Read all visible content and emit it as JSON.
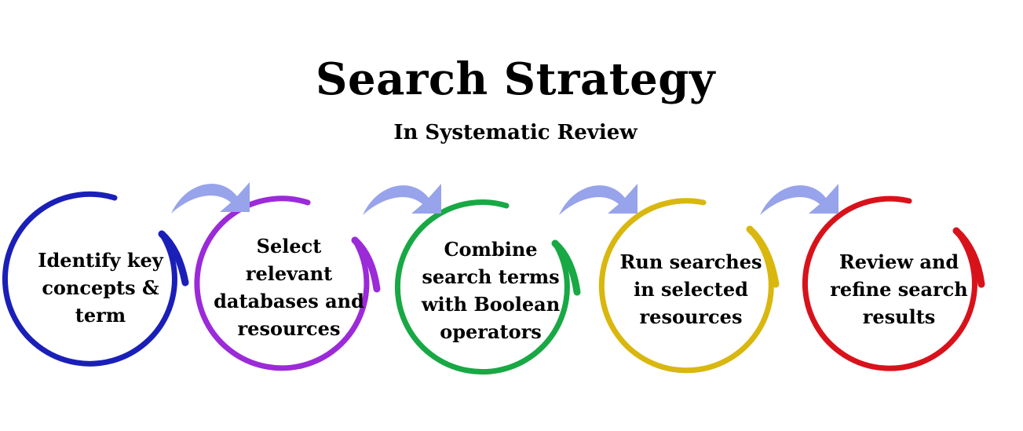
{
  "header": {
    "title": "Search Strategy",
    "subtitle": "In Systematic Review"
  },
  "steps": [
    {
      "label": "Identify key concepts & term",
      "color": "#1a1fb8"
    },
    {
      "label": "Select relevant databases and resources",
      "color": "#9b2ad8"
    },
    {
      "label": "Combine search terms with Boolean operators",
      "color": "#18a844"
    },
    {
      "label": "Run searches in selected resources",
      "color": "#d9b70e"
    },
    {
      "label": "Review and refine search results",
      "color": "#d8121b"
    }
  ],
  "connector": {
    "icon": "curved-arrow-icon",
    "color": "#97a3ea"
  }
}
